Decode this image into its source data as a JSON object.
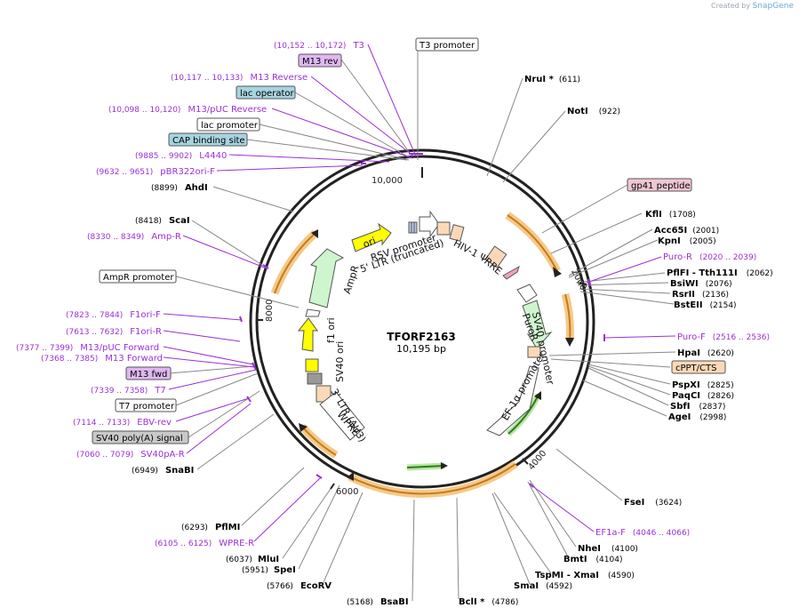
{
  "branding": {
    "prefix": "Created by",
    "product": "SnapGene"
  },
  "plasmid": {
    "name": "TFORF2163",
    "size_label": "10,195 bp",
    "total_bp": 10195
  },
  "colors": {
    "enzyme": "#000000",
    "primer": "#9b30d9",
    "ring": "#222222",
    "orf_arrow": "#e09b3c",
    "label_box_purple": "#dfb8f2",
    "label_box_teal": "#a6d4e0",
    "label_box_pink": "#f0c6d2",
    "label_box_orange": "#fbd9b8",
    "label_box_gray": "#c9c9c9",
    "label_box_white": "#ffffff"
  },
  "ring_ticks": [
    {
      "bp": 2000,
      "label": "2000"
    },
    {
      "bp": 4000,
      "label": "4000"
    },
    {
      "bp": 6000,
      "label": "6000"
    },
    {
      "bp": 8000,
      "label": "8000"
    },
    {
      "bp": 10000,
      "label": "10,000"
    }
  ],
  "enzymes": [
    {
      "name": "NruI *",
      "pos": "(611)",
      "bp": 611
    },
    {
      "name": "NotI",
      "pos": "(922)",
      "bp": 922
    },
    {
      "name": "KflI",
      "pos": "(1708)",
      "bp": 1708
    },
    {
      "name": "Acc65I",
      "pos": "(2001)",
      "bp": 2001
    },
    {
      "name": "KpnI",
      "pos": "(2005)",
      "bp": 2005
    },
    {
      "name": "PflFI - Tth111I",
      "pos": "(2062)",
      "bp": 2062
    },
    {
      "name": "BsiWI",
      "pos": "(2076)",
      "bp": 2076
    },
    {
      "name": "RsrII",
      "pos": "(2136)",
      "bp": 2136
    },
    {
      "name": "BstEII",
      "pos": "(2154)",
      "bp": 2154
    },
    {
      "name": "HpaI",
      "pos": "(2620)",
      "bp": 2620
    },
    {
      "name": "PspXI",
      "pos": "(2825)",
      "bp": 2825
    },
    {
      "name": "PaqCI",
      "pos": "(2826)",
      "bp": 2826
    },
    {
      "name": "SbfI",
      "pos": "(2837)",
      "bp": 2837
    },
    {
      "name": "AgeI",
      "pos": "(2998)",
      "bp": 2998
    },
    {
      "name": "FseI",
      "pos": "(3624)",
      "bp": 3624
    },
    {
      "name": "NheI",
      "pos": "(4100)",
      "bp": 4100
    },
    {
      "name": "BmtI",
      "pos": "(4104)",
      "bp": 4104
    },
    {
      "name": "TspMI - XmaI",
      "pos": "(4590)",
      "bp": 4590
    },
    {
      "name": "SmaI",
      "pos": "(4592)",
      "bp": 4592
    },
    {
      "name": "BclI *",
      "pos": "(4786)",
      "bp": 4786
    },
    {
      "name": "BsaBI",
      "pos": "(5168)",
      "bp": 5168
    },
    {
      "name": "EcoRV",
      "pos": "(5766)",
      "bp": 5766
    },
    {
      "name": "SpeI",
      "pos": "(5951)",
      "bp": 5951
    },
    {
      "name": "MluI",
      "pos": "(6037)",
      "bp": 6037
    },
    {
      "name": "PflMI",
      "pos": "(6293)",
      "bp": 6293
    },
    {
      "name": "SnaBI",
      "pos": "(6949)",
      "bp": 6949
    },
    {
      "name": "ScaI",
      "pos": "(8418)",
      "bp": 8418
    },
    {
      "name": "AhdI",
      "pos": "(8899)",
      "bp": 8899
    }
  ],
  "primers": [
    {
      "name": "T3",
      "pos": "(10,152 .. 10,172)"
    },
    {
      "name": "M13 Reverse",
      "pos": "(10,117 .. 10,133)"
    },
    {
      "name": "M13/pUC Reverse",
      "pos": "(10,098 .. 10,120)"
    },
    {
      "name": "L4440",
      "pos": "(9885 .. 9902)"
    },
    {
      "name": "pBR322ori-F",
      "pos": "(9632 .. 9651)"
    },
    {
      "name": "Amp-R",
      "pos": "(8330 .. 8349)"
    },
    {
      "name": "F1ori-F",
      "pos": "(7823 .. 7844)"
    },
    {
      "name": "F1ori-R",
      "pos": "(7613 .. 7632)"
    },
    {
      "name": "M13/pUC Forward",
      "pos": "(7377 .. 7399)"
    },
    {
      "name": "M13 Forward",
      "pos": "(7368 .. 7385)"
    },
    {
      "name": "T7",
      "pos": "(7339 .. 7358)"
    },
    {
      "name": "EBV-rev",
      "pos": "(7114 .. 7133)"
    },
    {
      "name": "SV40pA-R",
      "pos": "(7060 .. 7079)"
    },
    {
      "name": "WPRE-R",
      "pos": "(6105 .. 6125)"
    },
    {
      "name": "Puro-R",
      "pos": "(2020 .. 2039)"
    },
    {
      "name": "Puro-F",
      "pos": "(2516 .. 2536)"
    },
    {
      "name": "EF1a-F",
      "pos": "(4046 .. 4066)"
    }
  ],
  "feature_boxes": [
    {
      "name": "M13 rev",
      "style": "purple"
    },
    {
      "name": "T3 promoter",
      "style": "white"
    },
    {
      "name": "lac operator",
      "style": "teal"
    },
    {
      "name": "lac promoter",
      "style": "white"
    },
    {
      "name": "CAP binding site",
      "style": "teal"
    },
    {
      "name": "gp41 peptide",
      "style": "pink"
    },
    {
      "name": "AmpR promoter",
      "style": "white"
    },
    {
      "name": "cPPT/CTS",
      "style": "orange"
    },
    {
      "name": "M13 fwd",
      "style": "purple"
    },
    {
      "name": "T7 promoter",
      "style": "white"
    },
    {
      "name": "SV40 poly(A) signal",
      "style": "gray"
    }
  ],
  "inner_features": [
    {
      "name": "ori"
    },
    {
      "name": "AmpR"
    },
    {
      "name": "f1 ori"
    },
    {
      "name": "SV40 ori"
    },
    {
      "name": "3' LTR (ΔU3)"
    },
    {
      "name": "WPRE"
    },
    {
      "name": "RSV promoter"
    },
    {
      "name": "5' LTR (truncated)"
    },
    {
      "name": "HIV-1 Ψ"
    },
    {
      "name": "RRE"
    },
    {
      "name": "PuroR"
    },
    {
      "name": "SV40 promoter"
    },
    {
      "name": "EF-1α promoter"
    }
  ]
}
